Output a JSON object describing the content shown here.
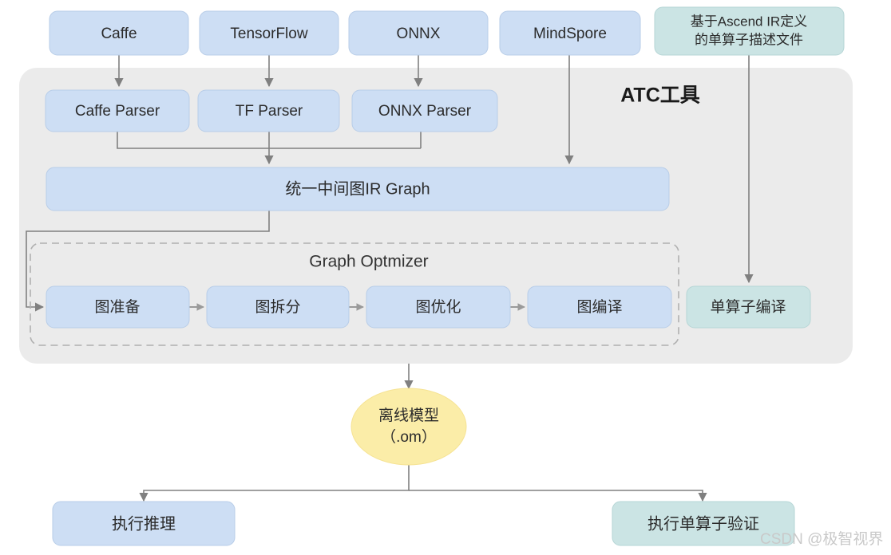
{
  "diagram": {
    "title": "ATC工具",
    "group_label": "Graph Optmizer",
    "watermark": "CSDN @极智视界",
    "colors": {
      "blue_box": "#cddef4",
      "teal_box": "#cbe4e4",
      "yellow_ellipse": "#fbeda8",
      "panel_gray": "#ebebeb",
      "edge_gray": "#808080",
      "dashed_border": "#b0b0b0",
      "text": "#2b2b2b"
    },
    "frameworks": [
      {
        "label": "Caffe"
      },
      {
        "label": "TensorFlow"
      },
      {
        "label": "ONNX"
      },
      {
        "label": "MindSpore"
      }
    ],
    "operator_file": {
      "line1": "基于Ascend IR定义",
      "line2": "的单算子描述文件"
    },
    "parsers": [
      {
        "label": "Caffe Parser"
      },
      {
        "label": "TF Parser"
      },
      {
        "label": "ONNX Parser"
      }
    ],
    "ir_graph": {
      "label": "统一中间图IR Graph"
    },
    "optimizer_stages": [
      {
        "label": "图准备"
      },
      {
        "label": "图拆分"
      },
      {
        "label": "图优化"
      },
      {
        "label": "图编译"
      }
    ],
    "single_op_compile": {
      "label": "单算子编译"
    },
    "offline_model": {
      "line1": "离线模型",
      "line2": "（.om）"
    },
    "outputs": [
      {
        "label": "执行推理"
      },
      {
        "label": "执行单算子验证"
      }
    ]
  }
}
